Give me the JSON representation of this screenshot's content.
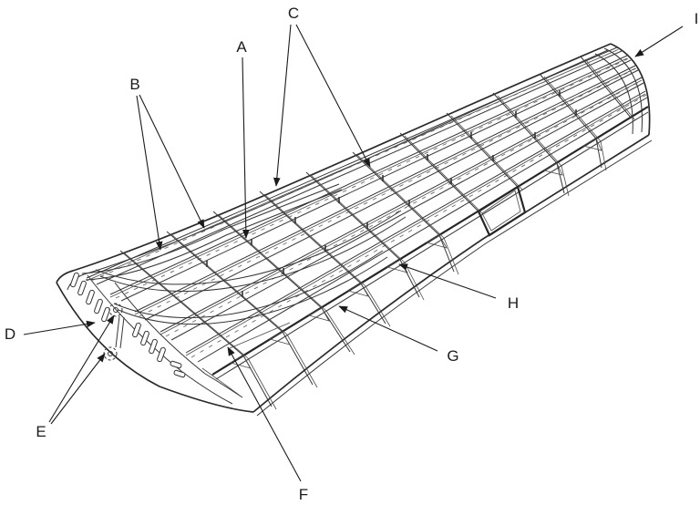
{
  "figure": {
    "kind": "technical line diagram",
    "subject": "Aircraft wing internal structure, isometric cutaway view with lettered callouts",
    "background_color": "#ffffff",
    "line_color": "#353535",
    "label_color": "#1b1b1b"
  },
  "callouts": [
    {
      "letter": "A"
    },
    {
      "letter": "B"
    },
    {
      "letter": "C"
    },
    {
      "letter": "D"
    },
    {
      "letter": "E"
    },
    {
      "letter": "F"
    },
    {
      "letter": "G"
    },
    {
      "letter": "H"
    },
    {
      "letter": "I"
    }
  ]
}
